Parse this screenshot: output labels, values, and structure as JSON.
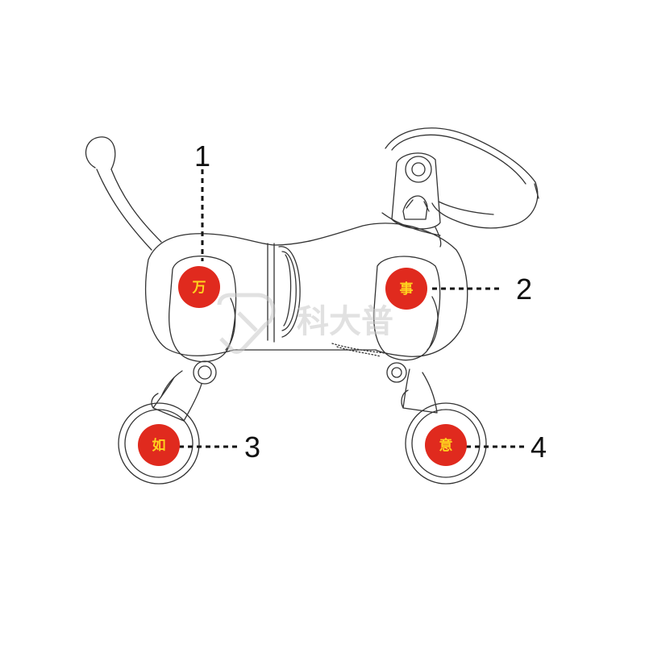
{
  "badges": [
    {
      "label": "万",
      "number": "1"
    },
    {
      "label": "事",
      "number": "2"
    },
    {
      "label": "如",
      "number": "3"
    },
    {
      "label": "意",
      "number": "4"
    }
  ],
  "watermark": {
    "text": "科大普"
  },
  "colors": {
    "badge_fill": "#e02a1e",
    "badge_text": "#ffd21e",
    "outline": "#333333",
    "callout": "#111111",
    "watermark": "#c9c9c9"
  }
}
